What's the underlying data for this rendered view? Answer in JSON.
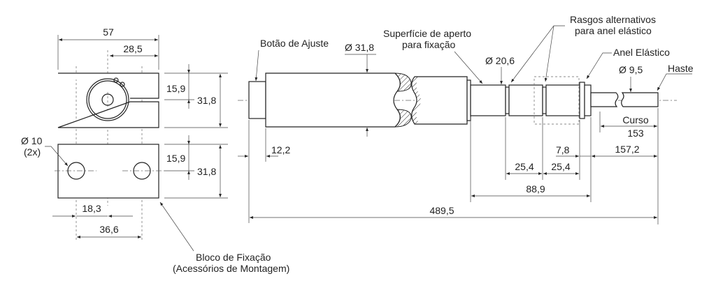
{
  "labels": {
    "botao": "Botão de Ajuste",
    "superficie_1": "Superfície de aperto",
    "superficie_2": "para fixação",
    "rasgos_1": "Rasgos alternativos",
    "rasgos_2": "para anel elástico",
    "anel": "Anel Elástico",
    "haste": "Haste",
    "curso": "Curso",
    "bloco_1": "Bloco de Fixação",
    "bloco_2": "(Acessórios de Montagem)",
    "furo_1": "Ø 10",
    "furo_2": "(2x)"
  },
  "dimensions": {
    "d57": "57",
    "d28_5": "28,5",
    "d15_9a": "15,9",
    "d31_8a": "31,8",
    "d15_9b": "15,9",
    "d31_8b": "31,8",
    "d18_3": "18,3",
    "d36_6": "36,6",
    "dia31_8": "Ø 31,8",
    "dia20_6": "Ø 20,6",
    "dia9_5": "Ø 9,5",
    "d153": "153",
    "d12_2": "12,2",
    "d7_8": "7,8",
    "d157_2": "157,2",
    "d25_4a": "25,4",
    "d25_4b": "25,4",
    "d88_9": "88,9",
    "d489_5": "489,5"
  }
}
